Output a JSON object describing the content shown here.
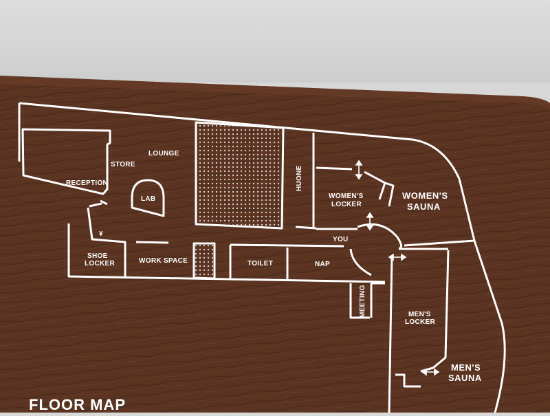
{
  "sign": {
    "title": "FLOOR MAP",
    "colors": {
      "wood": "#5a3321",
      "wood_dark": "#43241a",
      "line": "#ffffff",
      "wall": "#d4d4d4"
    }
  },
  "rooms": {
    "reception": "RECEPTION",
    "store": "STORE",
    "lounge": "LOUNGE",
    "lab": "LAB",
    "huone": "HUONE",
    "womens_locker_1": "WOMEN'S",
    "womens_locker_2": "LOCKER",
    "womens_sauna_1": "WOMEN'S",
    "womens_sauna_2": "SAUNA",
    "shoe_locker_1": "SHOE",
    "shoe_locker_2": "LOCKER",
    "work_space": "WORK SPACE",
    "toilet": "TOILET",
    "nap": "NAP",
    "you": "YOU",
    "meeting": "MEETING",
    "mens_locker_1": "MEN'S",
    "mens_locker_2": "LOCKER",
    "mens_sauna_1": "MEN'S",
    "mens_sauna_2": "SAUNA",
    "yen": "¥"
  }
}
